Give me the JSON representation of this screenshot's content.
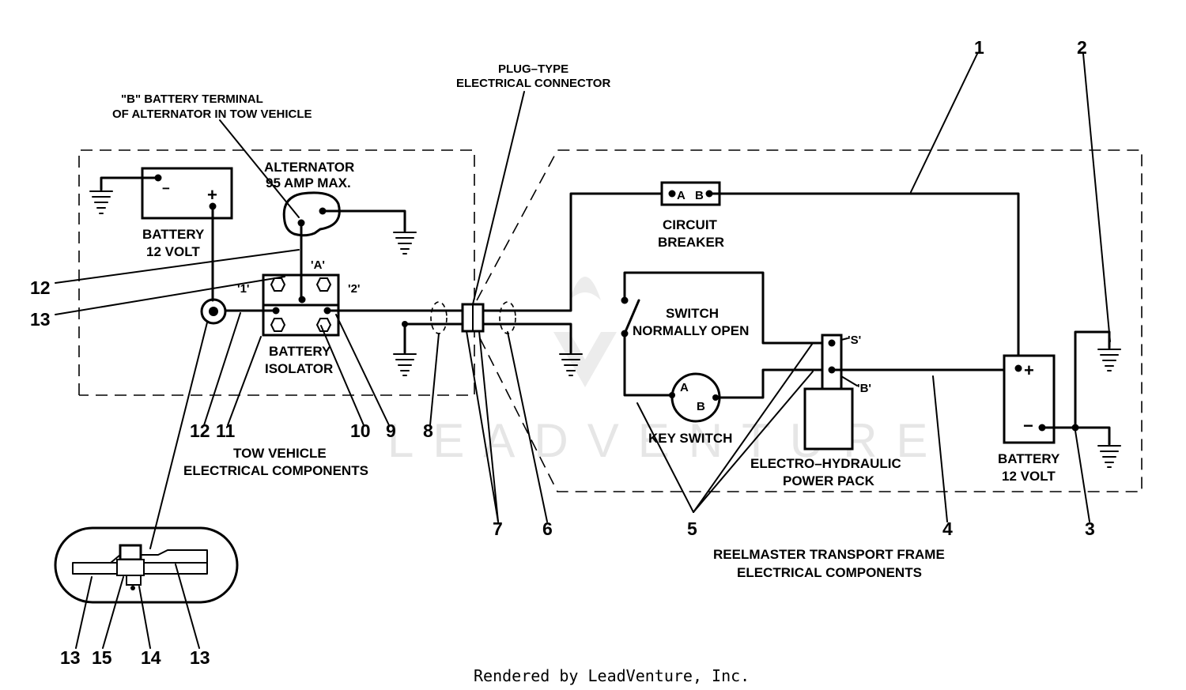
{
  "labels": {
    "plug_line1": "PLUG–TYPE",
    "plug_line2": "ELECTRICAL CONNECTOR",
    "bterm_line1": "\"B\" BATTERY TERMINAL",
    "bterm_line2": "OF ALTERNATOR IN TOW VEHICLE",
    "alt_line1": "ALTERNATOR",
    "alt_line2": "95 AMP MAX.",
    "batt_left_line1": "BATTERY",
    "batt_left_line2": "12 VOLT",
    "isolator_line1": "BATTERY",
    "isolator_line2": "ISOLATOR",
    "tow_line1": "TOW VEHICLE",
    "tow_line2": "ELECTRICAL COMPONENTS",
    "cb_line1": "CIRCUIT",
    "cb_line2": "BREAKER",
    "switch_line1": "SWITCH",
    "switch_line2": "NORMALLY OPEN",
    "keyswitch": "KEY SWITCH",
    "power_line1": "ELECTRO–HYDRAULIC",
    "power_line2": "POWER PACK",
    "batt_right_line1": "BATTERY",
    "batt_right_line2": "12 VOLT",
    "reel_line1": "REELMASTER TRANSPORT FRAME",
    "reel_line2": "ELECTRICAL COMPONENTS"
  },
  "terminals": {
    "minus": "−",
    "plus": "+",
    "iso_a": "'A'",
    "iso_1": "'1'",
    "iso_2": "'2'",
    "cb_a": "A",
    "cb_b": "B",
    "key_a": "A",
    "key_b": "B",
    "pp_s": "'S'",
    "pp_b": "'B'"
  },
  "callouts": {
    "c1": "1",
    "c2": "2",
    "c3": "3",
    "c4": "4",
    "c5": "5",
    "c6": "6",
    "c7": "7",
    "c8": "8",
    "c9": "9",
    "c10": "10",
    "c11": "11",
    "c12a": "12",
    "c12b": "12",
    "c13a": "13",
    "c13b": "13",
    "c13c": "13",
    "c14": "14",
    "c15": "15"
  },
  "watermark": "LEADVENTURE",
  "credit": "Rendered by LeadVenture, Inc."
}
